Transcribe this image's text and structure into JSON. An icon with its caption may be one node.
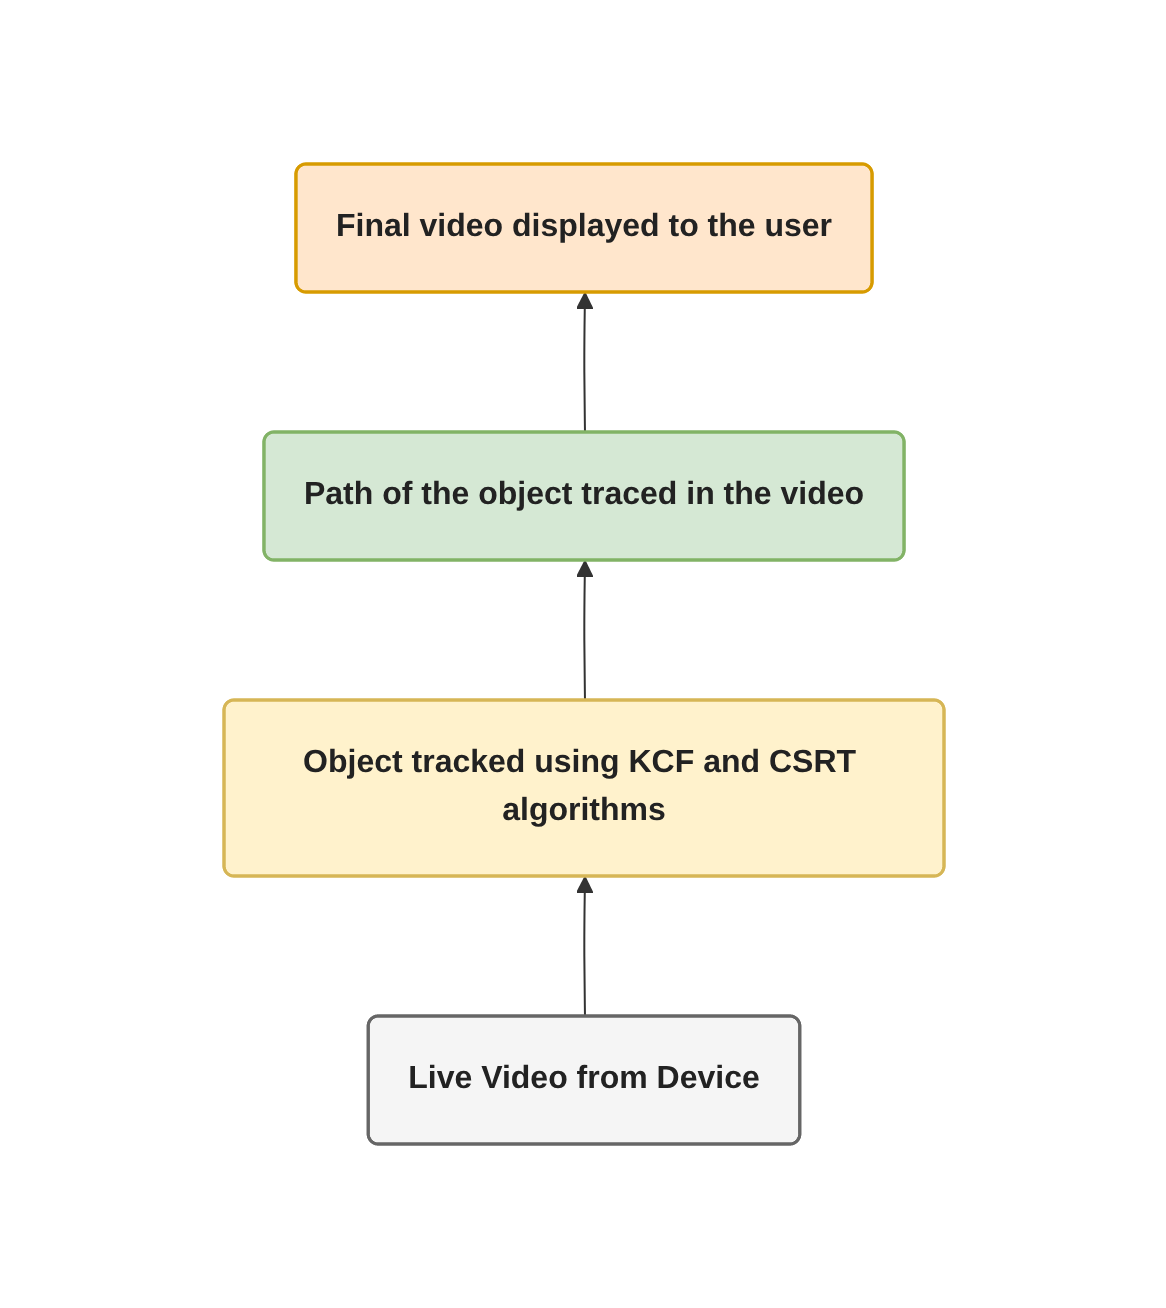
{
  "diagram": {
    "nodes": [
      {
        "text": [
          "Final video displayed to the user"
        ]
      },
      {
        "text": [
          "Path of the object traced in the video"
        ]
      },
      {
        "text": [
          "Object tracked using KCF and CSRT algorithms"
        ]
      },
      {
        "text": [
          "Live Video from Device"
        ]
      }
    ],
    "edges": [
      {
        "from": 3,
        "to": 2,
        "arrow": "to"
      },
      {
        "from": 2,
        "to": 1,
        "arrow": "to"
      },
      {
        "from": 1,
        "to": 0,
        "arrow": "to"
      }
    ]
  }
}
